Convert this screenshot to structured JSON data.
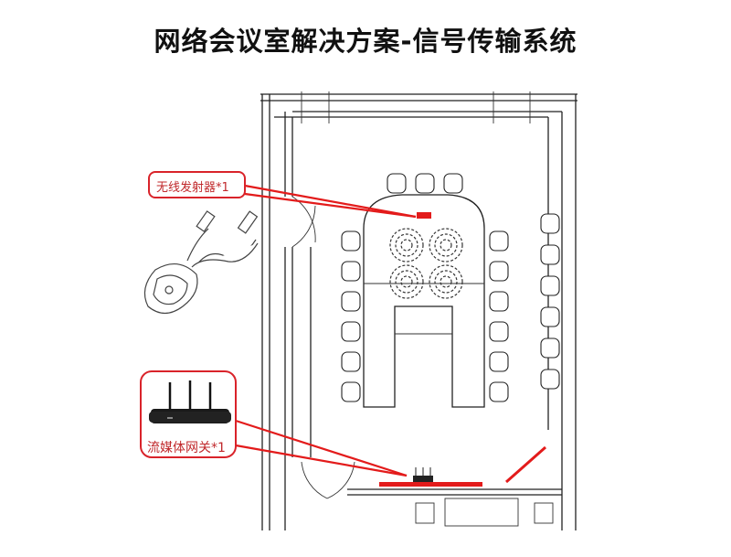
{
  "title": "网络会议室解决方案-信号传输系统",
  "callouts": [
    {
      "label": "无线发射器*1",
      "device_icon": "wireless-microphone-icon"
    },
    {
      "label": "流媒体网关*1",
      "device_icon": "router-icon"
    }
  ],
  "colors": {
    "accent": "#e31b1b",
    "callout_border": "#d9232a",
    "callout_text": "#c0282b",
    "wall": "#222222"
  }
}
